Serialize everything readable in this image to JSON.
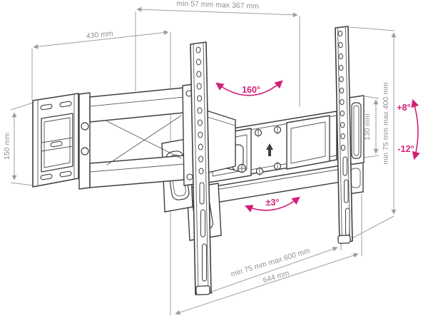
{
  "diagram": {
    "title": "Articulating TV wall mount dimension drawing",
    "colors": {
      "background": "#ffffff",
      "outline": "#3d3f41",
      "dimension_lines": "#9aa0a4",
      "accent": "#d21f77"
    },
    "dimensions": {
      "extension_depth": "min 57 mm max 367 mm",
      "arm_reach": "430 mm",
      "wall_plate_height": "150 mm",
      "vesa_height_range": "min 75 mm max 400 mm",
      "bracket_end_height": "130 mm",
      "vesa_width_range": "min 75 mm max 600 mm",
      "overall_width": "644 mm"
    },
    "angles": {
      "swivel_range": "160°",
      "tilt_up": "+8°",
      "tilt_down": "-12°",
      "level_adjust": "±3°"
    }
  }
}
